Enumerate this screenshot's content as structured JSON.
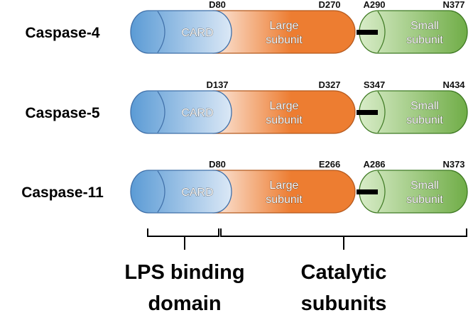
{
  "colors": {
    "card_fill": "#5b9bd5",
    "card_light": "#dbe8f6",
    "card_stroke": "#3f6fa8",
    "large_light": "#fbe7db",
    "large_fill": "#ed7d31",
    "large_stroke": "#b45a1f",
    "small_fill": "#70ad47",
    "small_light": "#d8ecc8",
    "small_stroke": "#3f7a24",
    "linker": "#000000"
  },
  "proteins": [
    {
      "name": "Caspase-4",
      "residues": [
        "D80",
        "D270",
        "A290",
        "N377"
      ],
      "domains": {
        "card": "CARD",
        "large": [
          "Large",
          "subunit"
        ],
        "small": [
          "Small",
          "subunit"
        ]
      }
    },
    {
      "name": "Caspase-5",
      "residues": [
        "D137",
        "D327",
        "S347",
        "N434"
      ],
      "domains": {
        "card": "CARD",
        "large": [
          "Large",
          "subunit"
        ],
        "small": [
          "Small",
          "subunit"
        ]
      }
    },
    {
      "name": "Caspase-11",
      "residues": [
        "D80",
        "E266",
        "A286",
        "N373"
      ],
      "domains": {
        "card": "CARD",
        "large": [
          "Large",
          "subunit"
        ],
        "small": [
          "Small",
          "subunit"
        ]
      }
    }
  ],
  "brackets": [
    {
      "name": "lps-binding",
      "label": [
        "LPS binding",
        "domain"
      ]
    },
    {
      "name": "catalytic",
      "label": [
        "Catalytic",
        "subunits"
      ]
    }
  ]
}
